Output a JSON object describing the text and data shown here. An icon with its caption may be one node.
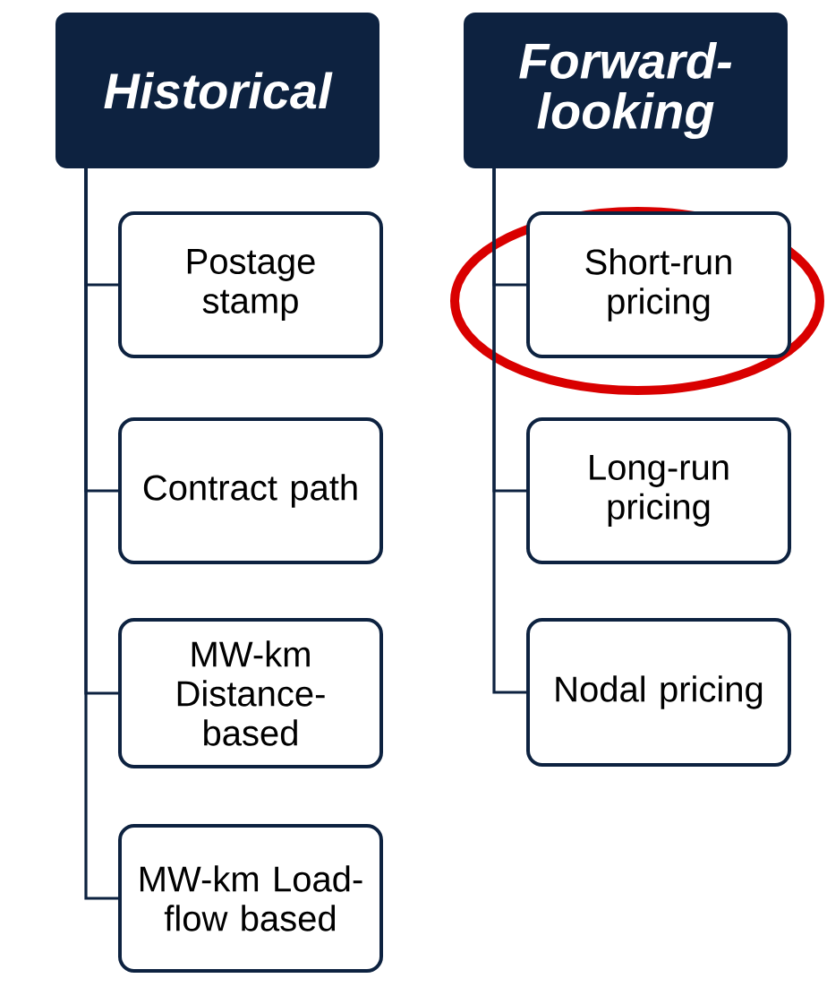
{
  "diagram": {
    "nodes": [
      {
        "text": [
          "Historical"
        ]
      },
      {
        "text": [
          "Postage stamp"
        ]
      },
      {
        "text": [
          "Contract path"
        ]
      },
      {
        "text": [
          "MW-km Distance-based"
        ]
      },
      {
        "text": [
          "MW-km Load-flow based"
        ]
      },
      {
        "text": [
          "Forward-looking"
        ]
      },
      {
        "text": [
          "Short-run pricing"
        ]
      },
      {
        "text": [
          "Long-run pricing"
        ]
      },
      {
        "text": [
          "Nodal pricing"
        ]
      }
    ],
    "edges": [
      {
        "from": 0,
        "to": 1,
        "arrow": "none"
      },
      {
        "from": 0,
        "to": 2,
        "arrow": "none"
      },
      {
        "from": 0,
        "to": 3,
        "arrow": "none"
      },
      {
        "from": 0,
        "to": 4,
        "arrow": "none"
      },
      {
        "from": 5,
        "to": 6,
        "arrow": "none"
      },
      {
        "from": 5,
        "to": 7,
        "arrow": "none"
      },
      {
        "from": 5,
        "to": 8,
        "arrow": "none"
      }
    ]
  }
}
